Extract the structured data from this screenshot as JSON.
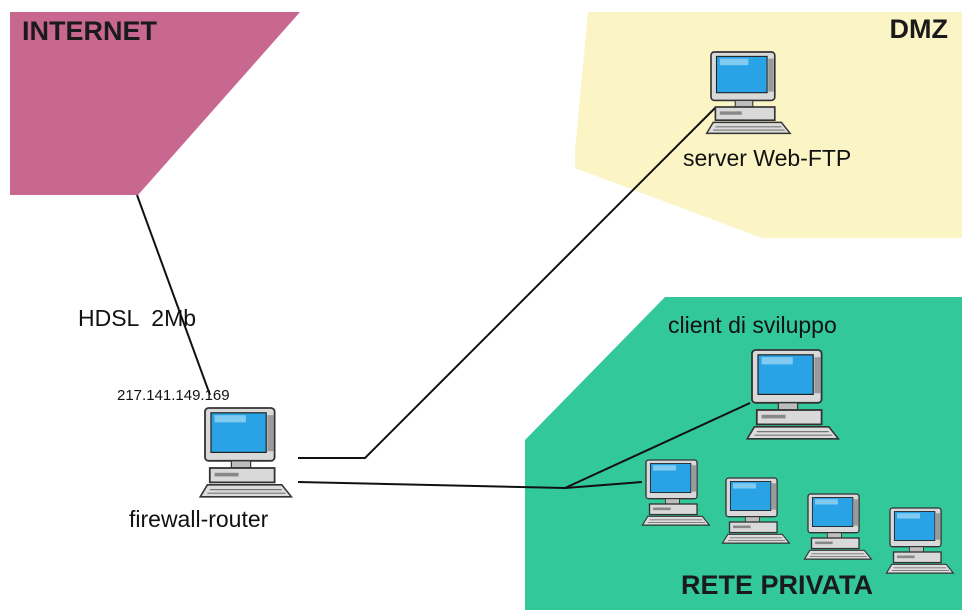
{
  "zones": {
    "internet": {
      "title": "INTERNET",
      "color": "#c7668f"
    },
    "dmz": {
      "title": "DMZ",
      "color": "#fbf5c5"
    },
    "private": {
      "title": "RETE PRIVATA",
      "color": "#33c79a"
    }
  },
  "link": {
    "label": "HDSL  2Mb"
  },
  "firewall": {
    "ip": "217.141.149.169",
    "label": "firewall-router"
  },
  "dmz_server": {
    "label": "server Web-FTP"
  },
  "dev_client": {
    "label": "client di sviluppo"
  },
  "colors": {
    "line": "#111111",
    "monitor_body": "#d8d8d8",
    "screen": "#2aa6e8"
  },
  "icons": [
    "computer-icon"
  ]
}
